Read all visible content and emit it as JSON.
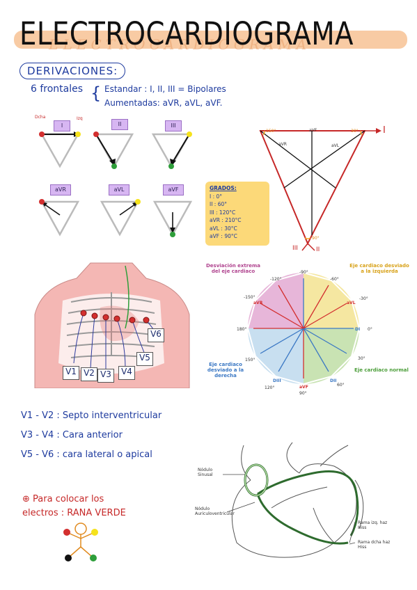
{
  "title": "ELECTROCARDIOGRAMA",
  "section_heading": "DERIVACIONES:",
  "intro": {
    "frontales": "6 frontales",
    "estandar": "Estandar : I, II, III = Bipolares",
    "aumentadas": "Aumentadas: aVR, aVL, aVF."
  },
  "lead_diagrams": {
    "dcha": "Dcha",
    "izq": "Izq",
    "leads": [
      "I",
      "II",
      "III",
      "aVR",
      "aVL",
      "aVF"
    ]
  },
  "grados": {
    "title": "GRADOS:",
    "items": [
      "I : 0°",
      "II : 60°",
      "III : 120°C",
      "aVR : 210°C",
      "aVL : 30°C",
      "aVF : 90°C"
    ]
  },
  "einthoven": {
    "top_left": "150°",
    "top_right": "30°",
    "bottom": "90°",
    "avr": "aVR",
    "avf": "aVF",
    "avl": "aVL",
    "lead_I": "I",
    "lead_III": "III",
    "lead_II": "II"
  },
  "chest_leads": [
    "V1",
    "V2",
    "V3",
    "V4",
    "V5",
    "V6"
  ],
  "hexaxial": {
    "desviacion_extrema": "Desviación extrema del eje cardiaco",
    "izquierda": "Eje cardiaco desviado a la izquierda",
    "derecha": "Eje cardiaco desviado a la derecha",
    "normal": "Eje cardiaco normal",
    "degrees": [
      "-90°",
      "-120°",
      "-60°",
      "-150°",
      "-30°",
      "180°",
      "0°",
      "150°",
      "30°",
      "120°",
      "60°",
      "90°"
    ],
    "leads": [
      "aVR",
      "aVL",
      "DI",
      "DIII",
      "DII",
      "aVF"
    ]
  },
  "v_notes": [
    "V1 - V2 : Septo interventricular",
    "V3 - V4 : Cara anterior",
    "V5 - V6 : cara lateral o apical"
  ],
  "rana_note": {
    "line1": "⊕ Para colocar los",
    "line2": "electros : RANA VERDE"
  },
  "conduction": {
    "nodulo_sinusal": "Nódulo Sinusal",
    "nodulo_av": "Nódulo Auriculoventricular",
    "rama_izq": "Rama izq. haz Hiss",
    "rama_dcha": "Rama dcha haz Hiss"
  },
  "colors": {
    "highlight": "#f7c59a",
    "ink": "#1d3a9e",
    "rana_red": "#c62828",
    "electrode_red": "#d32f2f",
    "electrode_yellow": "#f5e21b",
    "electrode_green": "#2e9e3a",
    "grados_bg": "#fcd979"
  }
}
